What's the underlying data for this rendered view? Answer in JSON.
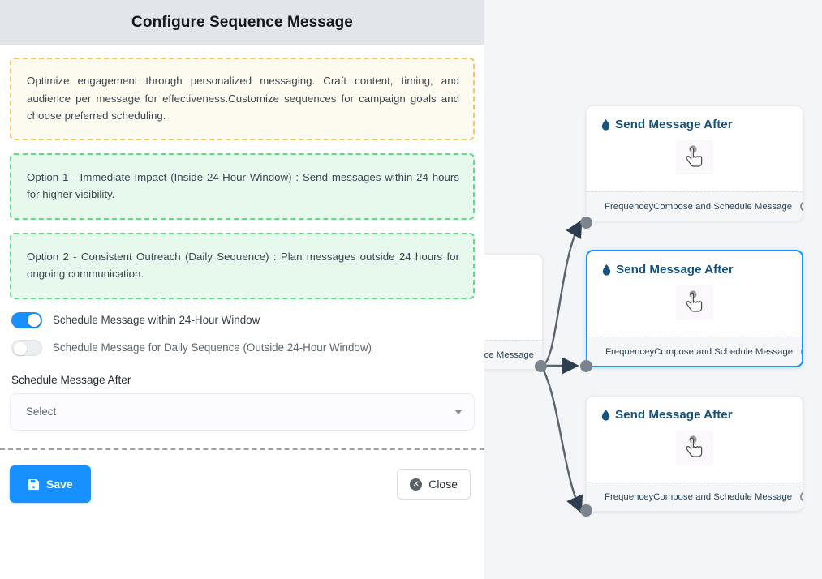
{
  "panel": {
    "title": "Configure Sequence Message",
    "notes": [
      {
        "kind": "info",
        "text": "Optimize engagement through personalized messaging. Craft content, timing, and audience per message for effectiveness.Customize sequences for campaign goals and choose preferred scheduling."
      },
      {
        "kind": "success",
        "text": "Option 1 - Immediate Impact (Inside 24-Hour Window) : Send messages within 24 hours for higher visibility."
      },
      {
        "kind": "success",
        "text": "Option 2 - Consistent Outreach (Daily Sequence) : Plan messages outside 24 hours for ongoing communication."
      }
    ],
    "toggles": [
      {
        "label": "Schedule Message within 24-Hour Window",
        "state": "on"
      },
      {
        "label": "Schedule Message for Daily Sequence (Outside 24-Hour Window)",
        "state": "off"
      }
    ],
    "schedule_field": {
      "label": "Schedule Message After",
      "value": "Select",
      "icon": "chevron-down-icon"
    },
    "footer": {
      "save_label": "Save",
      "save_icon": "save-floppy-icon",
      "close_label": "Close",
      "close_icon": "close-circle-icon",
      "save_color": "#1890ff"
    }
  },
  "canvas": {
    "background": "#f4f5f7",
    "ghost_node": {
      "footer_label": "ce Message"
    },
    "nodes": [
      {
        "title": "Send Message After",
        "icon": "water-drop-icon",
        "cursor_icon": "pointing-hand-icon",
        "footer_left": "Frequencey",
        "footer_right": "Compose and Schedule Message",
        "selected": false
      },
      {
        "title": "Send Message After",
        "icon": "water-drop-icon",
        "cursor_icon": "pointing-hand-icon",
        "footer_left": "Frequencey",
        "footer_right": "Compose and Schedule Message",
        "selected": true
      },
      {
        "title": "Send Message After",
        "icon": "water-drop-icon",
        "cursor_icon": "pointing-hand-icon",
        "footer_left": "Frequencey",
        "footer_right": "Compose and Schedule Message",
        "selected": false
      }
    ]
  }
}
